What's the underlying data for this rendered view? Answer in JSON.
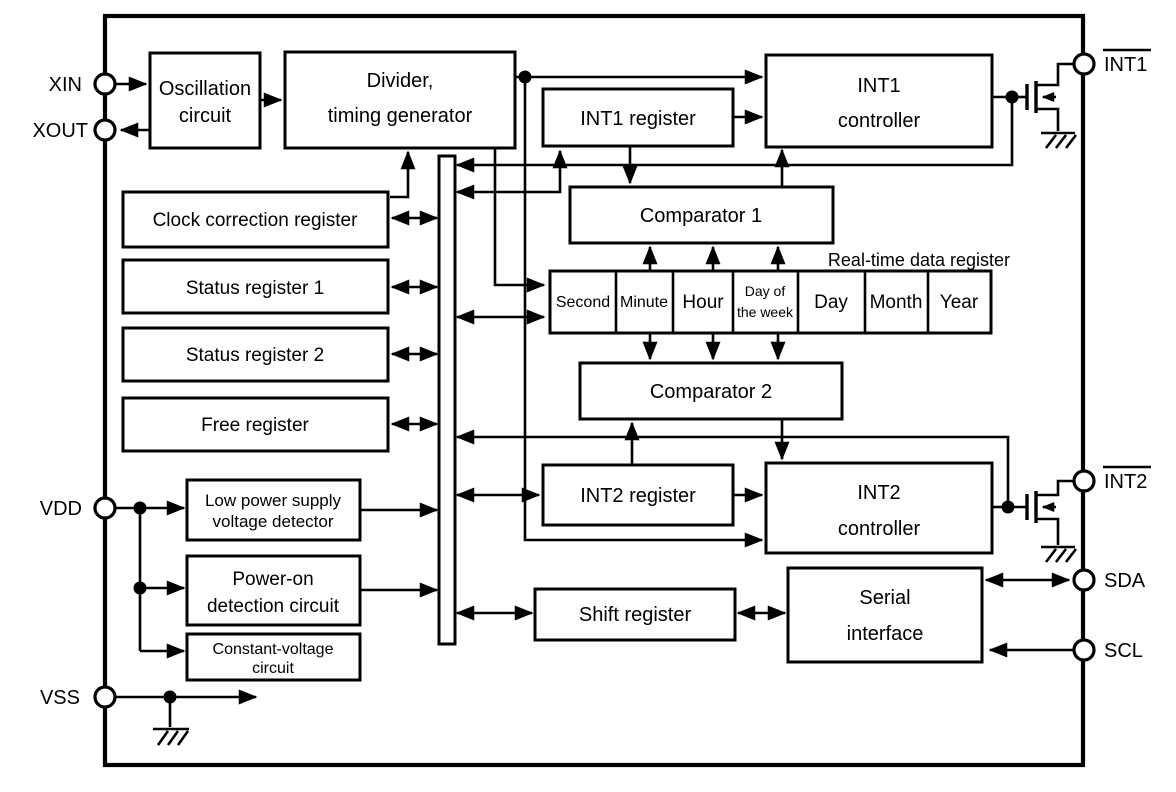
{
  "diagram": {
    "title_hint": "RTC IC block diagram",
    "colors": {
      "line": "#000000",
      "background": "#ffffff"
    },
    "pins": {
      "xin": "XIN",
      "xout": "XOUT",
      "vdd": "VDD",
      "vss": "VSS",
      "int1": "INT1",
      "int2": "INT2",
      "sda": "SDA",
      "scl": "SCL"
    },
    "blocks": {
      "oscillation": {
        "line1": "Oscillation",
        "line2": "circuit"
      },
      "divider": {
        "line1": "Divider,",
        "line2": "timing generator"
      },
      "int1_register": {
        "label": "INT1 register"
      },
      "int1_controller": {
        "line1": "INT1",
        "line2": "controller"
      },
      "clock_correction": {
        "label": "Clock correction register"
      },
      "status1": {
        "label": "Status register 1"
      },
      "status2": {
        "label": "Status register 2"
      },
      "free": {
        "label": "Free register"
      },
      "comparator1": {
        "label": "Comparator 1"
      },
      "comparator2": {
        "label": "Comparator 2"
      },
      "int2_register": {
        "label": "INT2 register"
      },
      "int2_controller": {
        "line1": "INT2",
        "line2": "controller"
      },
      "low_power": {
        "line1": "Low power supply",
        "line2": "voltage detector"
      },
      "power_on": {
        "line1": "Power-on",
        "line2": "detection circuit"
      },
      "constant_voltage": {
        "line1": "Constant-voltage",
        "line2": "circuit"
      },
      "shift_register": {
        "label": "Shift register"
      },
      "serial_interface": {
        "line1": "Serial",
        "line2": "interface"
      }
    },
    "rtc": {
      "label": "Real-time data register",
      "cells": {
        "second": "Second",
        "minute": "Minute",
        "hour": "Hour",
        "dow1": "Day of",
        "dow2": "the week",
        "day": "Day",
        "month": "Month",
        "year": "Year"
      }
    }
  }
}
